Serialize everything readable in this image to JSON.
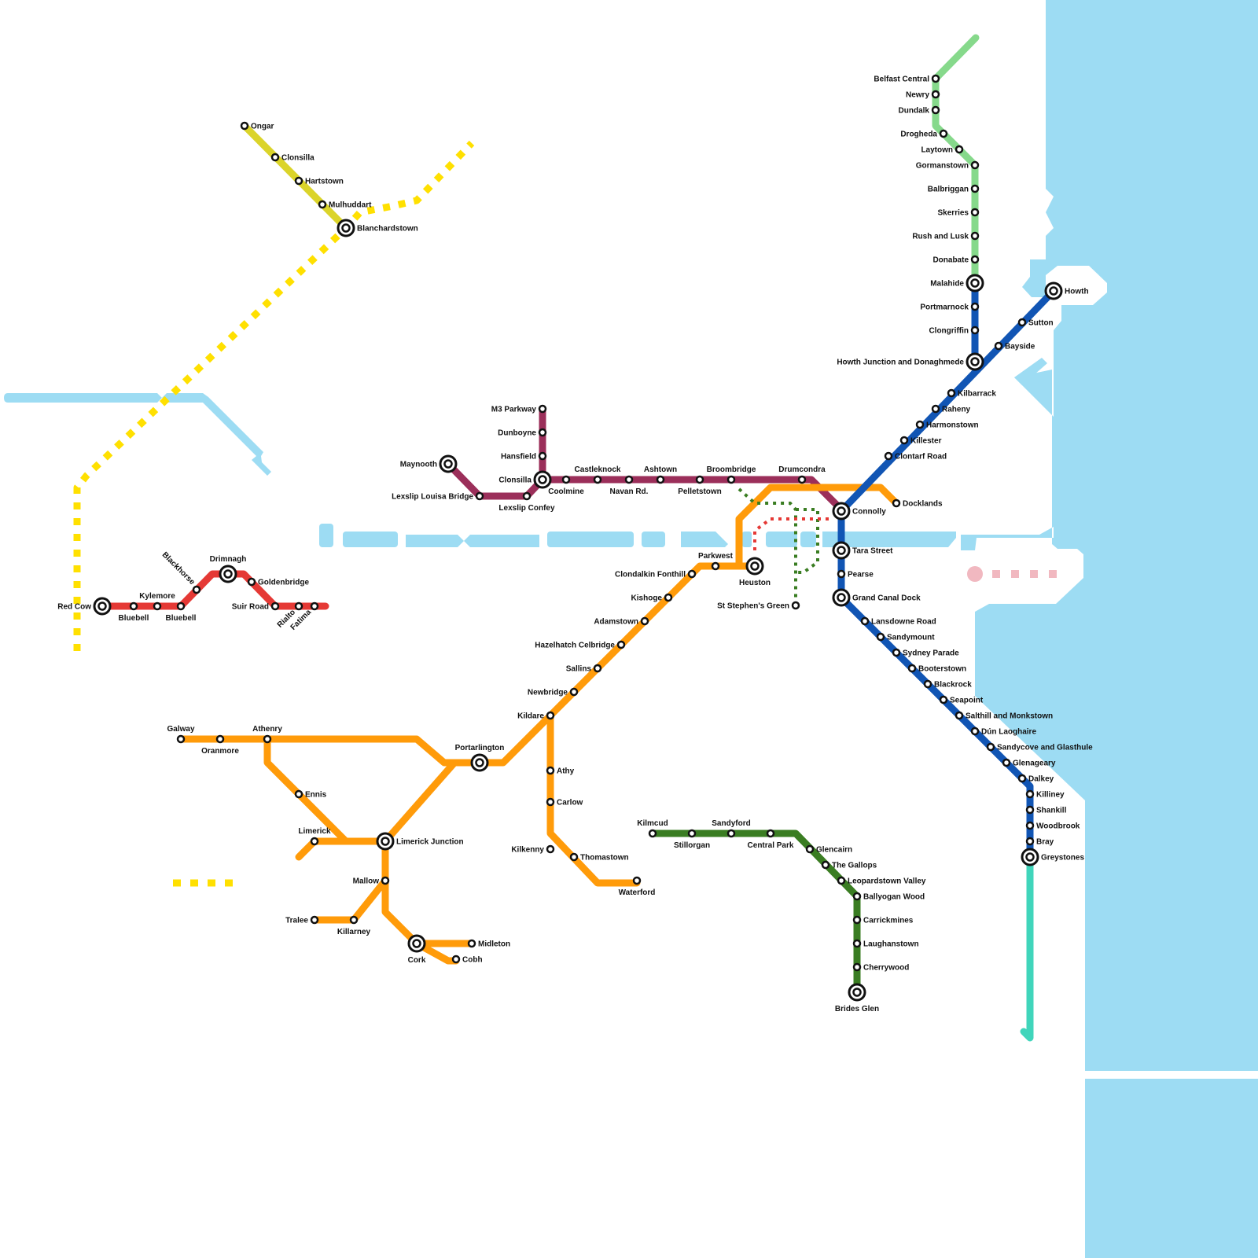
{
  "map": {
    "water_color": "#9ddcf3",
    "interchange_stations": [
      "Red Cow",
      "Drimnagh",
      "Maynooth",
      "Clonsilla",
      "Connolly",
      "Tara Street",
      "Grand Canal Dock",
      "Heuston",
      "Blanchardstown",
      "Malahide",
      "Howth Junction and Donaghmede",
      "Howth",
      "Limerick Junction",
      "Portarlington",
      "Cork",
      "Greystones",
      "Brides Glen"
    ]
  },
  "lines": [
    {
      "id": "dart",
      "color": "#1155b4",
      "dashed": false,
      "stations": [
        "Howth",
        "Sutton",
        "Bayside",
        "Howth Junction and Donaghmede",
        "Kilbarrack",
        "Raheny",
        "Harmonstown",
        "Killester",
        "Clontarf Road",
        "Connolly",
        "Tara Street",
        "Pearse",
        "Grand Canal Dock",
        "Lansdowne Road",
        "Sandymount",
        "Sydney Parade",
        "Booterstown",
        "Blackrock",
        "Seapoint",
        "Salthill and Monkstown",
        "Dún Laoghaire",
        "Sandycove and Glasthule",
        "Glenageary",
        "Dalkey",
        "Killiney",
        "Shankill",
        "Woodbrook",
        "Bray",
        "Greystones",
        "Malahide",
        "Portmarnock",
        "Clongriffin"
      ]
    },
    {
      "id": "northern",
      "color": "#86d98b",
      "dashed": false,
      "stations": [
        "Belfast Central",
        "Newry",
        "Dundalk",
        "Drogheda",
        "Laytown",
        "Gormanstown",
        "Balbriggan",
        "Skerries",
        "Rush and Lusk",
        "Donabate",
        "Malahide"
      ]
    },
    {
      "id": "maynooth",
      "color": "#9b2f5a",
      "dashed": false,
      "stations": [
        "Maynooth",
        "Lexslip Louisa Bridge",
        "Lexslip Confey",
        "Clonsilla",
        "Coolmine",
        "Castleknock",
        "Navan Rd.",
        "Ashtown",
        "Pelletstown",
        "Broombridge",
        "Drumcondra",
        "Connolly",
        "M3 Parkway",
        "Dunboyne",
        "Hansfield"
      ]
    },
    {
      "id": "intercity",
      "color": "#ff9b0a",
      "dashed": false,
      "stations": [
        "Heuston",
        "Parkwest",
        "Clondalkin Fonthill",
        "Kishoge",
        "Adamstown",
        "Hazelhatch Celbridge",
        "Sallins",
        "Newbridge",
        "Kildare",
        "Portarlington",
        "Athy",
        "Carlow",
        "Kilkenny",
        "Thomastown",
        "Waterford",
        "Athenry",
        "Galway",
        "Oranmore",
        "Ennis",
        "Limerick",
        "Limerick Junction",
        "Mallow",
        "Tralee",
        "Killarney",
        "Cork",
        "Cobh",
        "Midleton",
        "Docklands"
      ]
    },
    {
      "id": "luas-red",
      "color": "#e53935",
      "dashed": false,
      "stations": [
        "Red Cow",
        "Bluebell",
        "Kylemore",
        "Bluebell",
        "Blackhorse",
        "Drimnagh",
        "Goldenbridge",
        "Suir Road",
        "Rialto",
        "Fatima"
      ]
    },
    {
      "id": "luas-green",
      "color": "#3a7d22",
      "dashed": false,
      "stations": [
        "Kilmcud",
        "Stillorgan",
        "Sandyford",
        "Central Park",
        "Glencairn",
        "The Gallops",
        "Leopardstown Valley",
        "Ballyogan Wood",
        "Carrickmines",
        "Laughanstown",
        "Cherrywood",
        "Brides Glen"
      ]
    },
    {
      "id": "navan",
      "color": "#dbd42a",
      "dashed": false,
      "stations": [
        "Ongar",
        "Clonsilla",
        "Hartstown",
        "Mulhuddart",
        "Blanchardstown"
      ]
    },
    {
      "id": "metro-west",
      "color": "#ffe000",
      "dashed": true,
      "stations": []
    },
    {
      "id": "south-extension",
      "color": "#40d5bb",
      "dashed": false,
      "stations": []
    }
  ],
  "labels": {
    "Belfast Central": "Belfast Central",
    "Newry": "Newry",
    "Dundalk": "Dundalk",
    "Drogheda": "Drogheda",
    "Laytown": "Laytown",
    "Gormanstown": "Gormanstown",
    "Balbriggan": "Balbriggan",
    "Skerries": "Skerries",
    "Rush and Lusk": "Rush and Lusk",
    "Donabate": "Donabate",
    "Malahide": "Malahide",
    "Portmarnock": "Portmarnock",
    "Clongriffin": "Clongriffin",
    "Howth Junction and Donaghmede": "Howth Junction and Donaghmede",
    "Howth": "Howth",
    "Sutton": "Sutton",
    "Bayside": "Bayside",
    "Kilbarrack": "Kilbarrack",
    "Raheny": "Raheny",
    "Harmonstown": "Harmonstown",
    "Killester": "Killester",
    "Clontarf Road": "Clontarf Road",
    "Connolly": "Connolly",
    "Docklands": "Docklands",
    "Tara Street": "Tara Street",
    "Pearse": "Pearse",
    "Grand Canal Dock": "Grand Canal Dock",
    "Lansdowne Road": "Lansdowne Road",
    "Sandymount": "Sandymount",
    "Sydney Parade": "Sydney Parade",
    "Booterstown": "Booterstown",
    "Blackrock": "Blackrock",
    "Seapoint": "Seapoint",
    "Salthill and Monkstown": "Salthill and Monkstown",
    "Dun Laoghaire": "Dún Laoghaire",
    "Sandycove and Glasthule": "Sandycove and Glasthule",
    "Glenageary": "Glenageary",
    "Dalkey": "Dalkey",
    "Killiney": "Killiney",
    "Shankill": "Shankill",
    "Woodbrook": "Woodbrook",
    "Bray": "Bray",
    "Greystones": "Greystones",
    "Ongar": "Ongar",
    "Clonsilla Navan": "Clonsilla",
    "Hartstown": "Hartstown",
    "Mulhuddart": "Mulhuddart",
    "Blanchardstown": "Blanchardstown",
    "M3 Parkway": "M3 Parkway",
    "Dunboyne": "Dunboyne",
    "Hansfield": "Hansfield",
    "Clonsilla": "Clonsilla",
    "Maynooth": "Maynooth",
    "Lexslip Louisa Bridge": "Lexslip Louisa Bridge",
    "Lexslip Confey": "Lexslip Confey",
    "Coolmine": "Coolmine",
    "Castleknock": "Castleknock",
    "Navan Rd": "Navan Rd.",
    "Ashtown": "Ashtown",
    "Pelletstown": "Pelletstown",
    "Broombridge": "Broombridge",
    "Drumcondra": "Drumcondra",
    "Parkwest": "Parkwest",
    "Heuston": "Heuston",
    "Clondalkin Fonthill": "Clondalkin Fonthill",
    "Kishoge": "Kishoge",
    "Adamstown": "Adamstown",
    "Hazelhatch Celbridge": "Hazelhatch Celbridge",
    "Sallins": "Sallins",
    "Newbridge": "Newbridge",
    "Kildare": "Kildare",
    "Portarlington": "Portarlington",
    "Athy": "Athy",
    "Carlow": "Carlow",
    "Kilkenny": "Kilkenny",
    "Thomastown": "Thomastown",
    "Waterford": "Waterford",
    "Galway": "Galway",
    "Oranmore": "Oranmore",
    "Athenry": "Athenry",
    "Ennis": "Ennis",
    "Limerick": "Limerick",
    "Limerick Junction": "Limerick Junction",
    "Mallow": "Mallow",
    "Tralee": "Tralee",
    "Killarney": "Killarney",
    "Cork": "Cork",
    "Midleton": "Midleton",
    "Cobh": "Cobh",
    "St Stephens Green": "St Stephen's Green",
    "Red Cow": "Red Cow",
    "Bluebell 1": "Bluebell",
    "Kylemore": "Kylemore",
    "Bluebell 2": "Bluebell",
    "Blackhorse": "Blackhorse",
    "Drimnagh": "Drimnagh",
    "Goldenbridge": "Goldenbridge",
    "Suir Road": "Suir Road",
    "Rialto": "Rialto",
    "Fatima": "Fatima",
    "Kilmcud": "Kilmcud",
    "Stillorgan": "Stillorgan",
    "Sandyford": "Sandyford",
    "Central Park": "Central Park",
    "Glencairn": "Glencairn",
    "The Gallops": "The Gallops",
    "Leopardstown Valley": "Leopardstown Valley",
    "Ballyogan Wood": "Ballyogan Wood",
    "Carrickmines": "Carrickmines",
    "Laughanstown": "Laughanstown",
    "Cherrywood": "Cherrywood",
    "Brides Glen": "Brides Glen"
  }
}
